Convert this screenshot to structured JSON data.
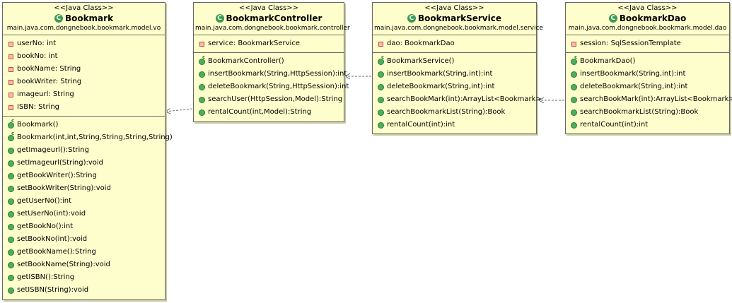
{
  "classes": {
    "bookmark": {
      "stereotype": "<<Java Class>>",
      "name": "Bookmark",
      "package": "main.java.com.dongnebook.bookmark.model.vo",
      "attributes": [
        "userNo: int",
        "bookNo: int",
        "bookName: String",
        "bookWriter: String",
        "imageurl: String",
        "ISBN: String"
      ],
      "constructors": [
        "Bookmark()",
        "Bookmark(int,int,String,String,String,String)"
      ],
      "methods": [
        "getImageurl():String",
        "setImageurl(String):void",
        "getBookWriter():String",
        "setBookWriter(String):void",
        "getUserNo():int",
        "setUserNo(int):void",
        "getBookNo():int",
        "setBookNo(int):void",
        "getBookName():String",
        "setBookName(String):void",
        "getISBN():String",
        "setISBN(String):void"
      ]
    },
    "controller": {
      "stereotype": "<<Java Class>>",
      "name": "BookmarkController",
      "package": "main.java.com.dongnebook.bookmark.controller",
      "attributes": [
        "service: BookmarkService"
      ],
      "constructors": [
        "BookmarkController()"
      ],
      "methods": [
        "insertBookmark(String,HttpSession):int",
        "deleteBookmark(String,HttpSession):int",
        "searchUser(HttpSession,Model):String",
        "rentalCount(int,Model):String"
      ]
    },
    "service": {
      "stereotype": "<<Java Class>>",
      "name": "BookmarkService",
      "package": "main.java.com.dongnebook.bookmark.model.service",
      "attributes": [
        "dao: BookmarkDao"
      ],
      "constructors": [
        "BookmarkService()"
      ],
      "methods": [
        "insertBookmark(String,int):int",
        "deleteBookmark(String,int):int",
        "searchBookMark(int):ArrayList<Bookmark>",
        "searchBookmarkList(String):Book",
        "rentalCount(int):int"
      ]
    },
    "dao": {
      "stereotype": "<<Java Class>>",
      "name": "BookmarkDao",
      "package": "main.java.com.dongnebook.bookmark.model.dao",
      "attributes": [
        "session: SqlSessionTemplate"
      ],
      "constructors": [
        "BookmarkDao()"
      ],
      "methods": [
        "insertBookmark(String,int):int",
        "deleteBookmark(String,int):int",
        "searchBookMark(int):ArrayList<Bookmark>",
        "searchBookmarkList(String):Book",
        "rentalCount(int):int"
      ]
    }
  },
  "class_icon_glyph": "C",
  "colors": {
    "box_fill": "#fefecc",
    "border": "#676767",
    "class_icon": "#3a9b52",
    "arrow": "#6b6b6b"
  }
}
